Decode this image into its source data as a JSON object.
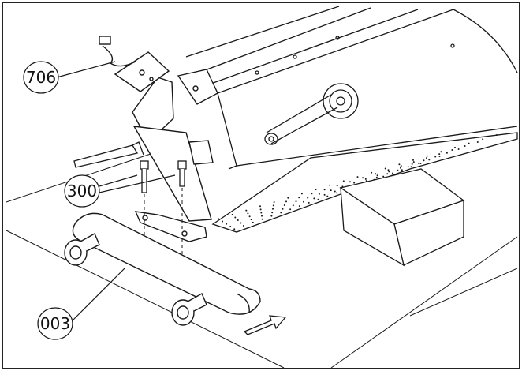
{
  "callouts": [
    {
      "id": "callout-706",
      "text": "706"
    },
    {
      "id": "callout-300",
      "text": "300"
    },
    {
      "id": "callout-003",
      "text": "003"
    }
  ],
  "colors": {
    "line": "#1a1a1a",
    "background": "#ffffff",
    "frame": "#222222"
  }
}
